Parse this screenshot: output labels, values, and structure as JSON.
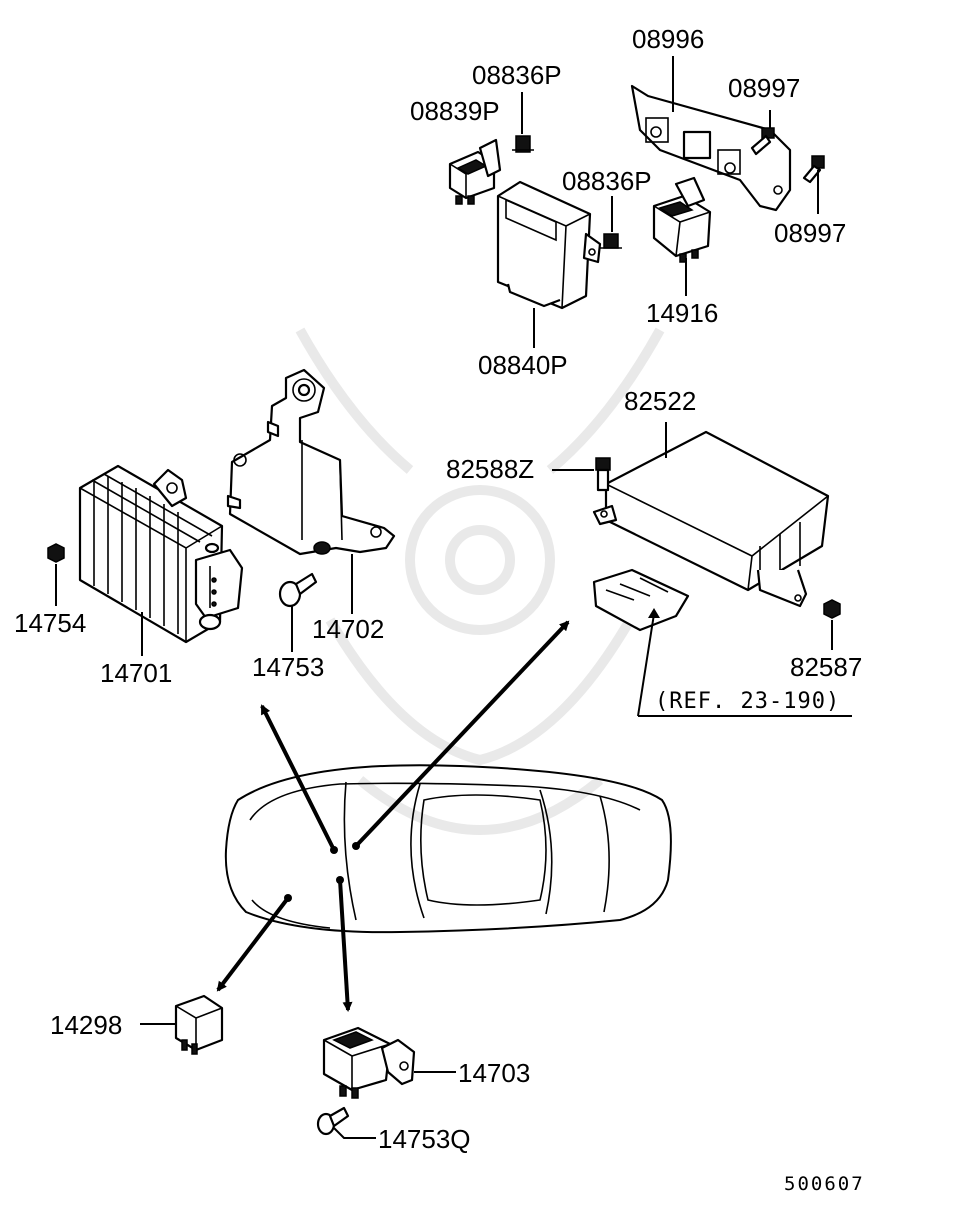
{
  "labels": {
    "p08996": "08996",
    "p08836p_top": "08836P",
    "p08997_top": "08997",
    "p08839p": "08839P",
    "p08836p_mid": "08836P",
    "p08997_bot": "08997",
    "p14916": "14916",
    "p08840p": "08840P",
    "p82522": "82522",
    "p82588z": "82588Z",
    "p14754": "14754",
    "p14702": "14702",
    "p14701": "14701",
    "p14753": "14753",
    "p82587": "82587",
    "ref": "(REF. 23-190)",
    "p14298": "14298",
    "p14703": "14703",
    "p14753q": "14753Q"
  },
  "diagram_code": "500607"
}
